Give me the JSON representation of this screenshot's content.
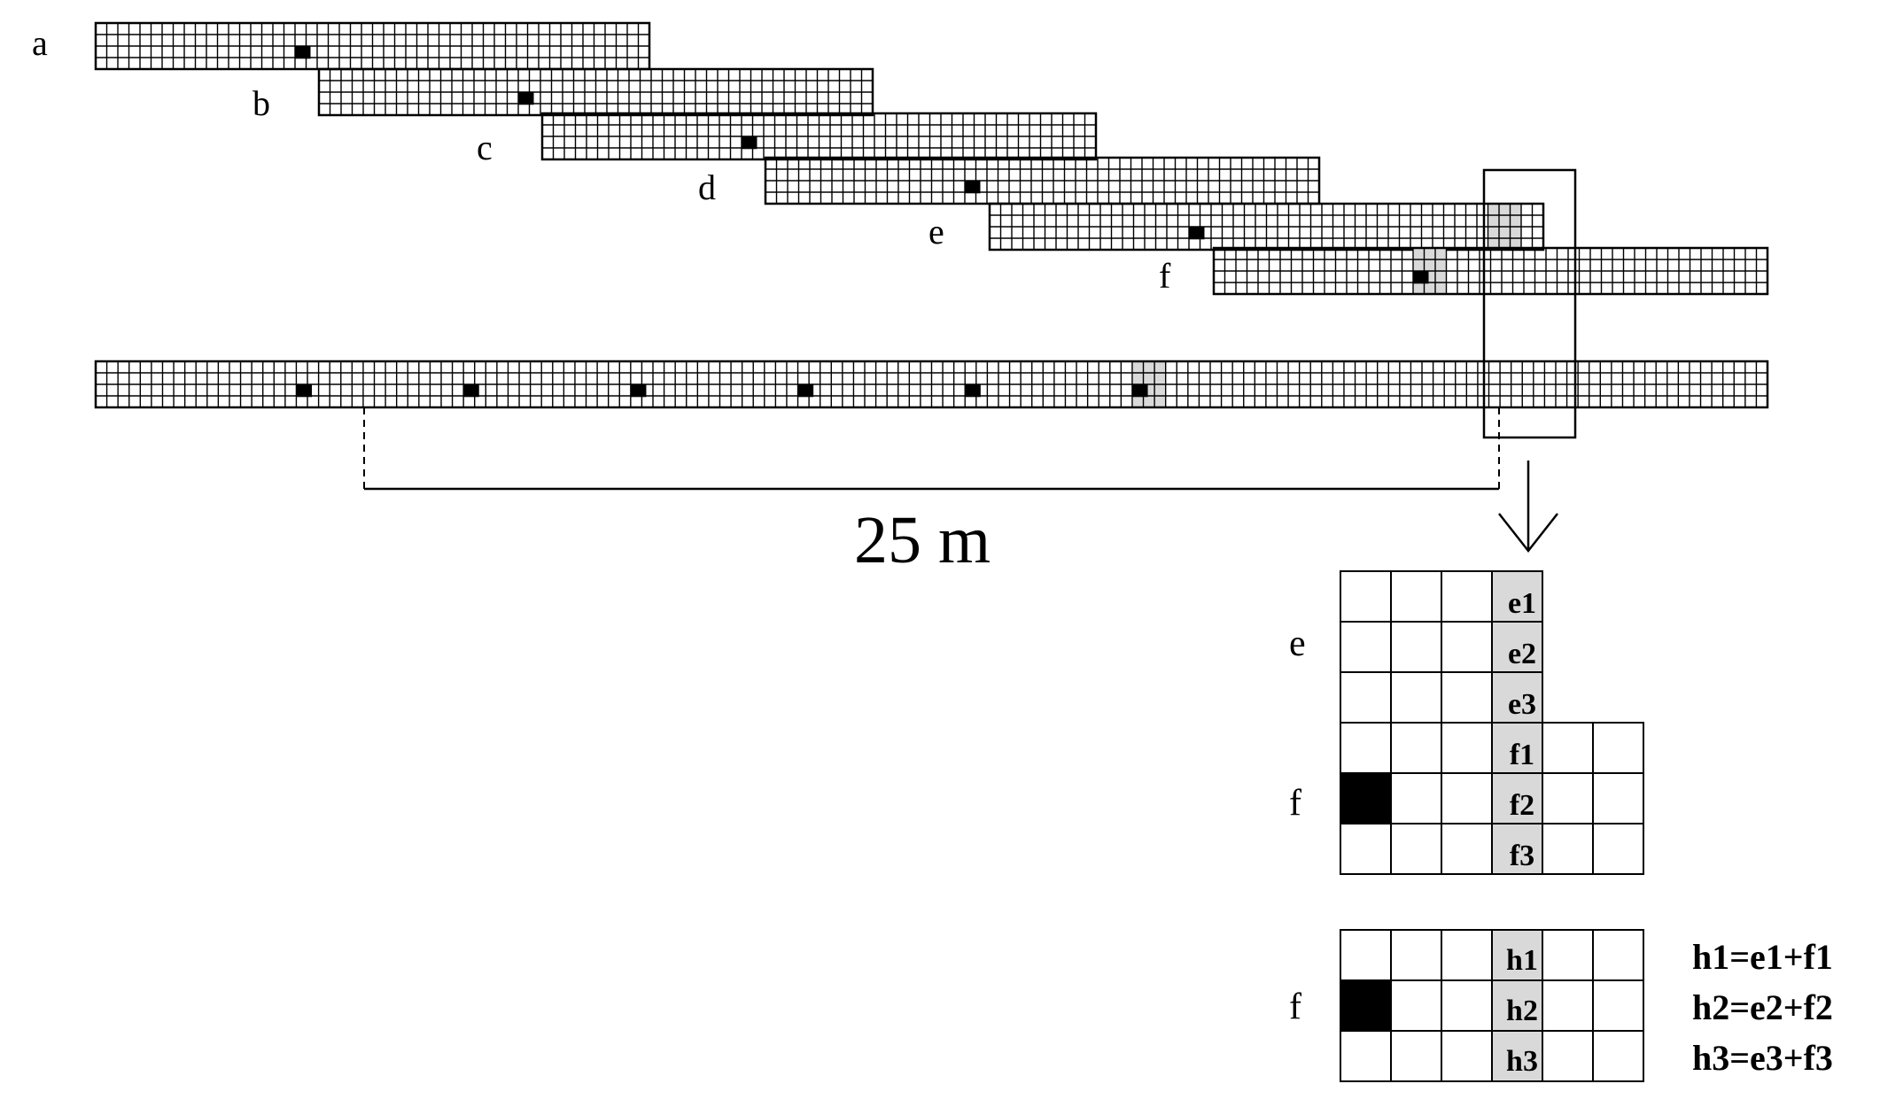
{
  "strips": {
    "labels": [
      "a",
      "b",
      "c",
      "d",
      "e",
      "f"
    ]
  },
  "scale": {
    "label": "25 m"
  },
  "zoom": {
    "row_group_labels": [
      "e",
      "f"
    ],
    "cells": [
      "e1",
      "e2",
      "e3",
      "f1",
      "f2",
      "f3"
    ]
  },
  "result": {
    "row_group_label": "f",
    "cells": [
      "h1",
      "h2",
      "h3"
    ],
    "formulas": [
      "h1=e1+f1",
      "h2=e2+f2",
      "h3=e3+f3"
    ]
  },
  "colors": {
    "line": "#000000",
    "highlight": "#d9d9d9",
    "marker": "#000000"
  }
}
